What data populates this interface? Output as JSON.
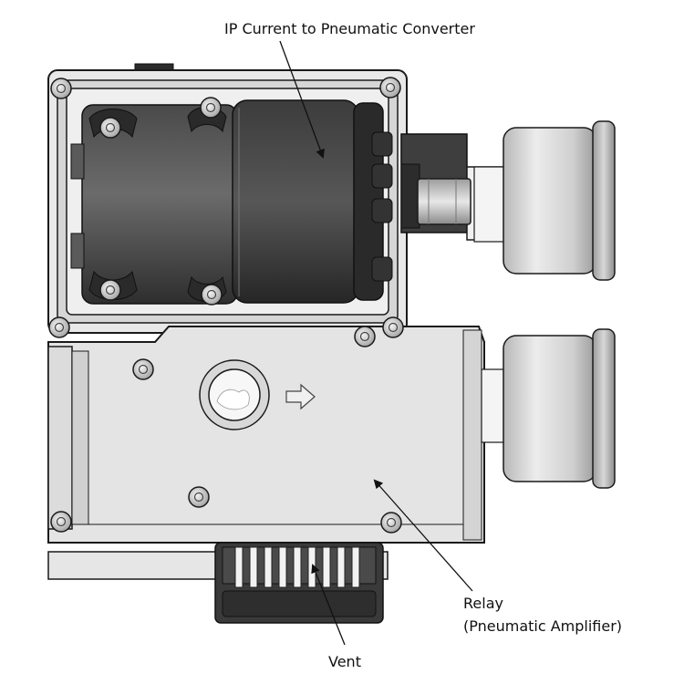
{
  "labels": {
    "converter": "IP Current to Pneumatic Converter",
    "relay_line1": "Relay",
    "relay_line2": "(Pneumatic Amplifier)",
    "vent": "Vent"
  },
  "colors": {
    "outline": "#1a1a1a",
    "housing_light": "#e3e3e3",
    "housing_mid": "#cfcfcf",
    "converter_dark": "#3a3a3a",
    "converter_mid": "#5a5a5a",
    "gauge_light": "#dcdcdc",
    "gauge_dark": "#8a8a8a"
  }
}
